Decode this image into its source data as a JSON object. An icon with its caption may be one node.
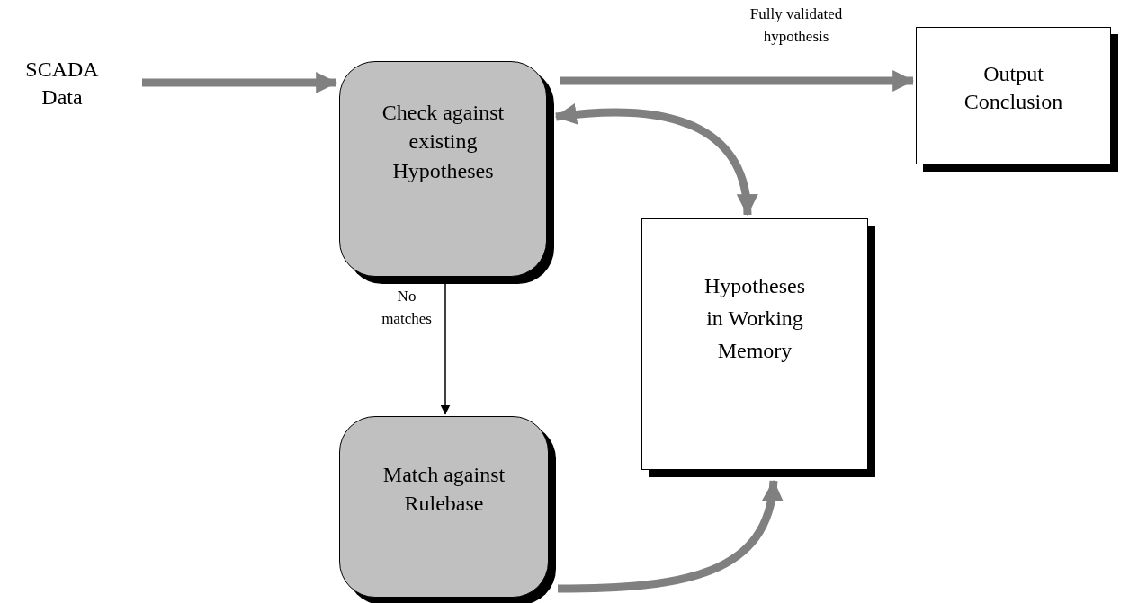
{
  "diagram": {
    "nodes": [
      {
        "text": [
          "SCADA Data"
        ]
      },
      {
        "text": [
          "Check against existing Hypotheses"
        ]
      },
      {
        "text": [
          "Output Conclusion"
        ]
      },
      {
        "text": [
          "Hypotheses in Working Memory"
        ]
      },
      {
        "text": [
          "Match against Rulebase"
        ]
      }
    ],
    "edges": [
      {
        "from": 0,
        "to": 1,
        "arrow": "to"
      },
      {
        "from": 1,
        "to": 2,
        "arrow": "to",
        "label": "Fully validated hypothesis"
      },
      {
        "from": 1,
        "to": 3,
        "arrow": "both"
      },
      {
        "from": 1,
        "to": 4,
        "arrow": "to",
        "color": "#000000",
        "label": "No matches"
      },
      {
        "from": 4,
        "to": 3,
        "arrow": "to"
      }
    ]
  }
}
